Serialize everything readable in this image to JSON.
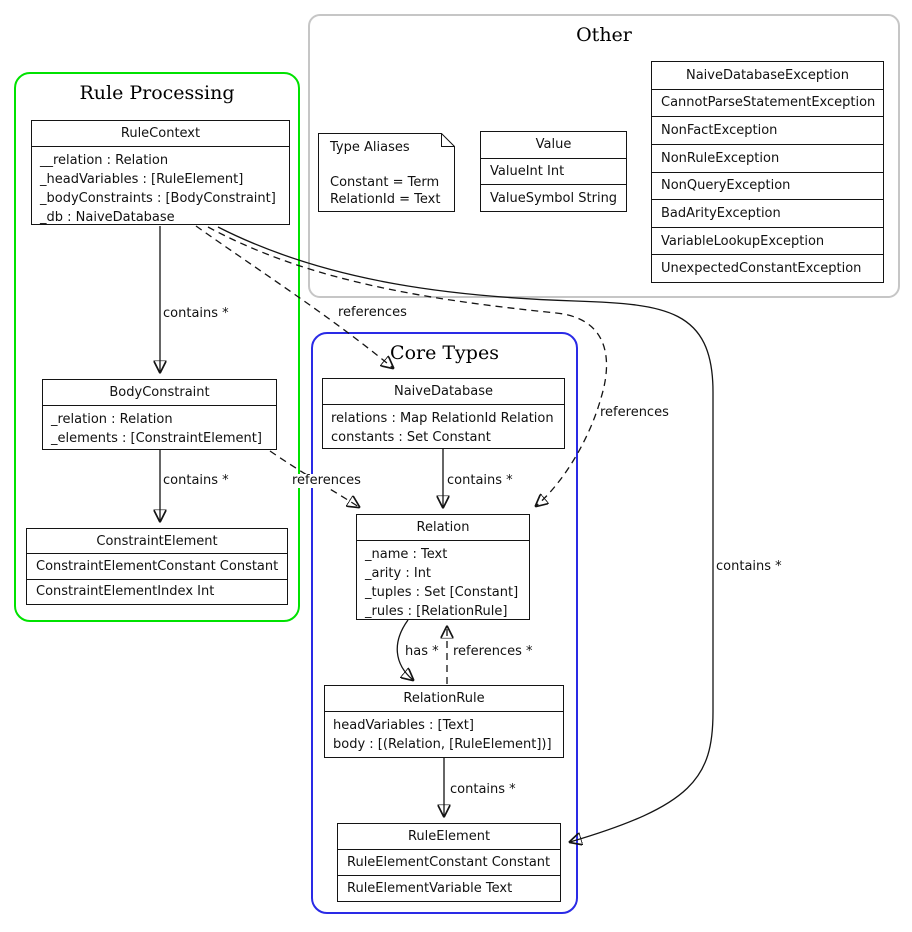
{
  "groups": {
    "rule_processing": {
      "title": "Rule Processing",
      "border_color": "#00e200"
    },
    "other": {
      "title": "Other",
      "border_color": "#c6c6c6"
    },
    "core_types": {
      "title": "Core Types",
      "border_color": "#2a2ae6"
    }
  },
  "classes": {
    "rule_context": {
      "title": "RuleContext",
      "fields": [
        "__relation : Relation",
        "_headVariables : [RuleElement]",
        "_bodyConstraints : [BodyConstraint]",
        "_db : NaiveDatabase"
      ]
    },
    "body_constraint": {
      "title": "BodyConstraint",
      "fields": [
        "_relation : Relation",
        "_elements : [ConstraintElement]"
      ]
    },
    "constraint_element": {
      "title": "ConstraintElement",
      "variants": [
        "ConstraintElementConstant Constant",
        "ConstraintElementIndex Int"
      ]
    },
    "naive_database": {
      "title": "NaiveDatabase",
      "fields": [
        "relations : Map RelationId Relation",
        "constants : Set Constant"
      ]
    },
    "relation": {
      "title": "Relation",
      "fields": [
        "_name : Text",
        "_arity : Int",
        "_tuples : Set [Constant]",
        "_rules : [RelationRule]"
      ]
    },
    "relation_rule": {
      "title": "RelationRule",
      "fields": [
        "headVariables : [Text]",
        "body : [(Relation, [RuleElement])]"
      ]
    },
    "rule_element": {
      "title": "RuleElement",
      "variants": [
        "RuleElementConstant Constant",
        "RuleElementVariable Text"
      ]
    },
    "value": {
      "title": "Value",
      "variants": [
        "ValueInt Int",
        "ValueSymbol String"
      ]
    },
    "exceptions": {
      "title": "NaiveDatabaseException",
      "variants": [
        "CannotParseStatementException",
        "NonFactException",
        "NonRuleException",
        "NonQueryException",
        "BadArityException",
        "VariableLookupException",
        "UnexpectedConstantException"
      ]
    }
  },
  "note": {
    "title": "Type Aliases",
    "aliases": [
      "Constant = Term",
      "RelationId = Text"
    ]
  },
  "edge_labels": {
    "rulecontext_bodyconstraint": "contains *",
    "bodyconstraint_constraintelement": "contains *",
    "naivedatabase_relation": "contains *",
    "relationrule_ruleelement": "contains *",
    "rulecontext_ruleelement": "contains *",
    "rulecontext_naivedatabase": "references",
    "bodyconstraint_relation": "references",
    "rulecontext_relation": "references",
    "relation_relationrule": "has *",
    "relationrule_relation": "references *"
  }
}
